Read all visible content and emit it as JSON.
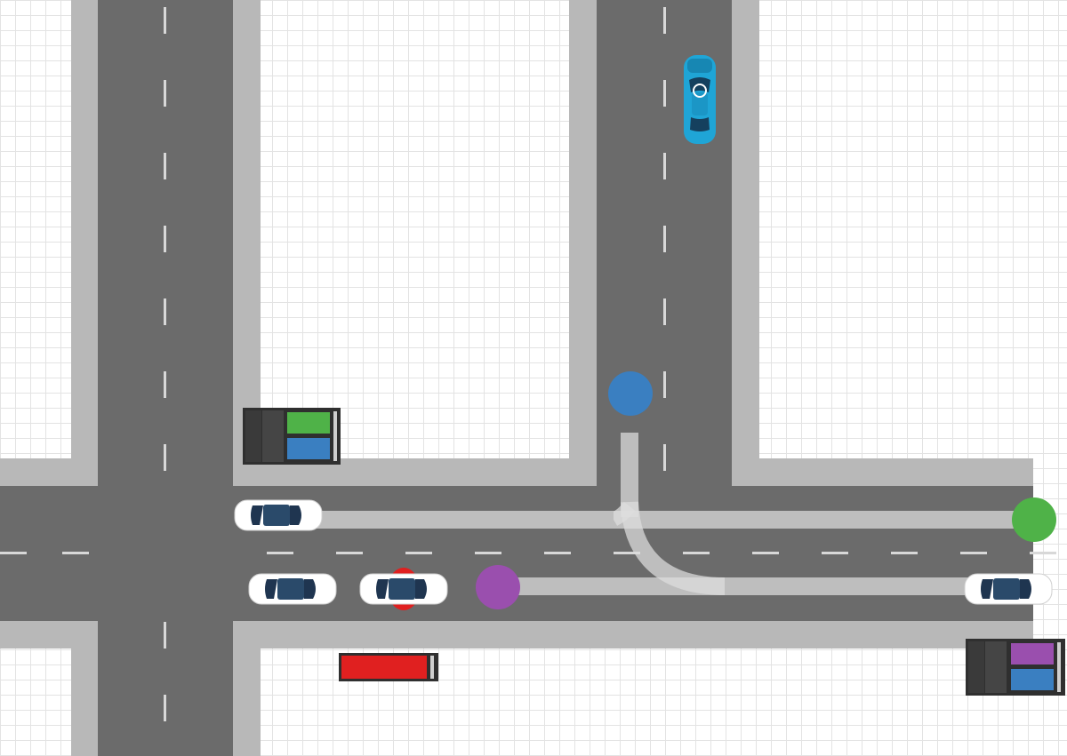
{
  "scene": {
    "type": "top-down traffic intersection",
    "colors": {
      "asphalt": "#6b6b6b",
      "sidewalk": "#b8b8b8",
      "lane_marking": "#d8d8d8",
      "path_overlay": "#dedede",
      "grid_line": "#e3e3e3"
    },
    "markers": [
      {
        "id": "blue",
        "color": "#3a7fc1",
        "icon": "blue-circle-marker"
      },
      {
        "id": "green",
        "color": "#4fb248",
        "icon": "green-circle-marker"
      },
      {
        "id": "purple",
        "color": "#9a4fae",
        "icon": "purple-circle-marker"
      }
    ],
    "vehicles": [
      {
        "id": "cyan-car",
        "color": "#1fa5d6",
        "icon": "cyan-sedan-icon",
        "heading": "south"
      },
      {
        "id": "white-car-1",
        "color": "#ffffff",
        "icon": "white-sedan-icon",
        "heading": "east"
      },
      {
        "id": "white-car-2",
        "color": "#ffffff",
        "icon": "white-sedan-icon",
        "heading": "east"
      },
      {
        "id": "white-car-3",
        "color": "#ffffff",
        "icon": "white-sedan-icon",
        "heading": "east",
        "highlight": "#e02020"
      },
      {
        "id": "white-car-4",
        "color": "#ffffff",
        "icon": "white-sedan-icon",
        "heading": "east"
      }
    ],
    "trucks": [
      {
        "id": "truck-green-blue",
        "cargo_colors": [
          "#4fb248",
          "#3a7fc1"
        ],
        "icon": "cargo-truck-icon"
      },
      {
        "id": "truck-red",
        "cargo_colors": [
          "#e02020"
        ],
        "icon": "red-truck-icon"
      },
      {
        "id": "truck-purple-blue",
        "cargo_colors": [
          "#9a4fae",
          "#3a7fc1"
        ],
        "icon": "cargo-truck-icon"
      }
    ]
  }
}
